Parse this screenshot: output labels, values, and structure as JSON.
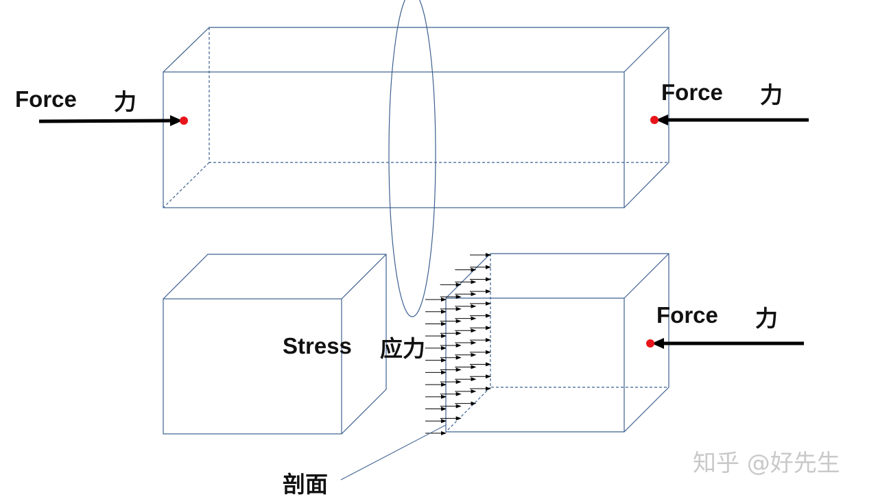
{
  "colors": {
    "outline": "#3b5f8f",
    "arrow": "#000000",
    "point": "#e8141b",
    "watermark": "#c9c9c9"
  },
  "labels": {
    "force_left_en": "Force",
    "force_left_cn": "力",
    "force_right_top_en": "Force",
    "force_right_top_cn": "力",
    "force_right_bottom_en": "Force",
    "force_right_bottom_cn": "力",
    "stress_en": "Stress",
    "stress_cn": "应力",
    "section": "剖面"
  },
  "watermark": "知乎 @好先生"
}
